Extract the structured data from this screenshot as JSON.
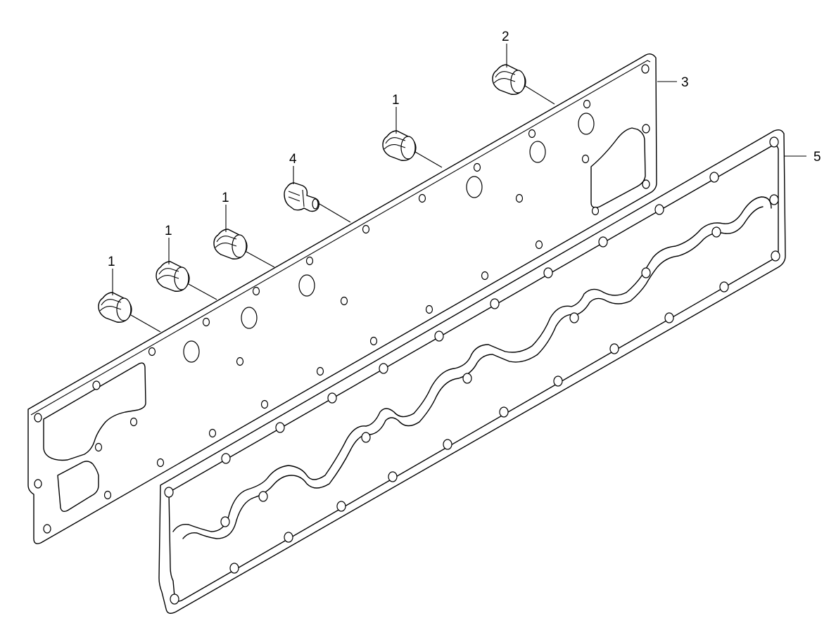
{
  "callouts": {
    "plug_a": "1",
    "plug_b": "1",
    "plug_c": "1",
    "plug_d": "1",
    "plug_e": "2",
    "plate": "3",
    "fitting": "4",
    "gasket": "5"
  }
}
